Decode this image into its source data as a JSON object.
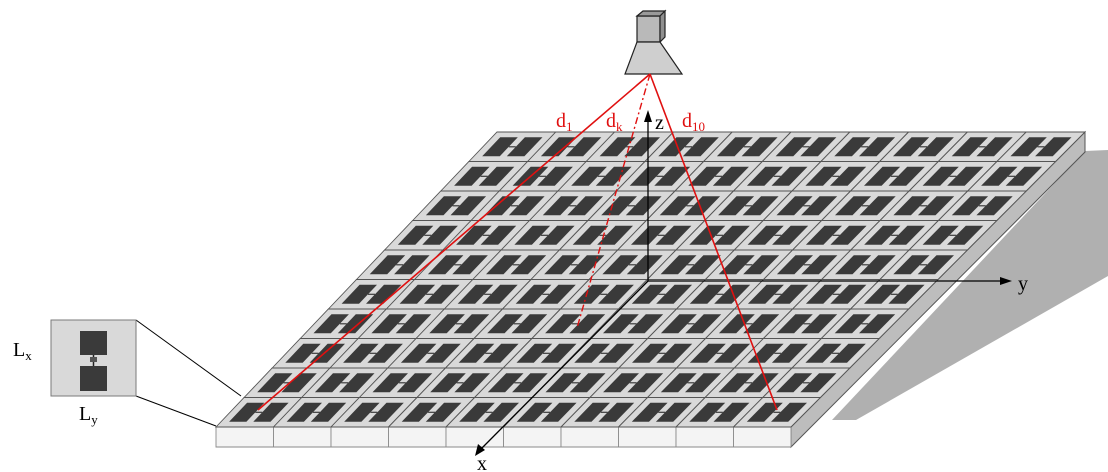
{
  "grid": {
    "rows": 10,
    "cols": 10
  },
  "colors": {
    "tile_face": "#d9d9d9",
    "tile_edge": "#555555",
    "front_face": "#f4f4f4",
    "right_face": "#bdbdbd",
    "patch": "#3a3a3a",
    "shadow": "#b0b0b0",
    "ray": "#e01010",
    "axis": "#000000"
  },
  "labels": {
    "x_axis": "x",
    "y_axis": "y",
    "z_axis": "z",
    "d1_base": "d",
    "d1_sub": "1",
    "dk_base": "d",
    "dk_sub": "k",
    "d10_base": "d",
    "d10_sub": "10",
    "lx_base": "L",
    "lx_sub": "x",
    "ly_base": "L",
    "ly_sub": "y"
  }
}
